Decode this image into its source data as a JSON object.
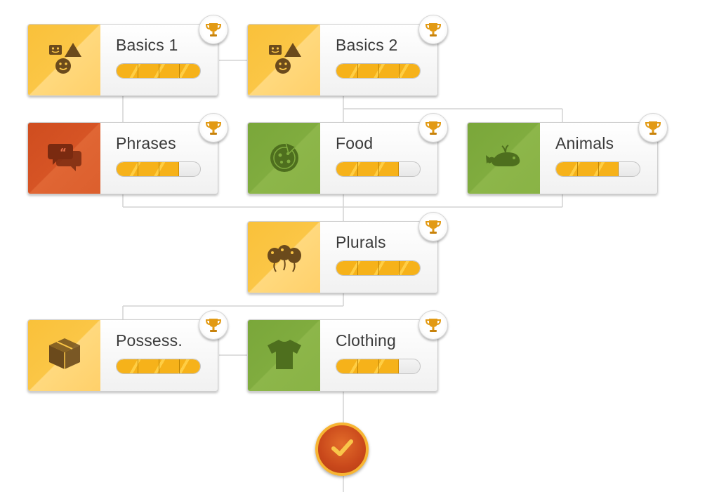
{
  "colors": {
    "gold": "#fbc646",
    "red": "#d65425",
    "green": "#80ac3f",
    "icon_gold": "#6b4a1c",
    "icon_red": "#7a2a10",
    "icon_green": "#4e6f1e",
    "progress": "#f6b21a",
    "checkpoint": "#c9481b"
  },
  "skills": {
    "basics1": {
      "name": "Basics 1",
      "icon": "shapes-icon",
      "color": "gold",
      "progress": 1.0
    },
    "basics2": {
      "name": "Basics 2",
      "icon": "shapes-icon",
      "color": "gold",
      "progress": 1.0
    },
    "phrases": {
      "name": "Phrases",
      "icon": "speech-bubbles-icon",
      "color": "red",
      "progress": 0.75
    },
    "food": {
      "name": "Food",
      "icon": "pizza-icon",
      "color": "green",
      "progress": 0.75
    },
    "animals": {
      "name": "Animals",
      "icon": "whale-icon",
      "color": "green",
      "progress": 0.75
    },
    "plurals": {
      "name": "Plurals",
      "icon": "balloons-icon",
      "color": "gold",
      "progress": 1.0
    },
    "possess": {
      "name": "Possess.",
      "icon": "box-icon",
      "color": "gold",
      "progress": 1.0
    },
    "clothing": {
      "name": "Clothing",
      "icon": "shirt-icon",
      "color": "green",
      "progress": 0.75
    }
  },
  "checkpoint": {
    "icon": "checkmark-icon",
    "done": true
  }
}
